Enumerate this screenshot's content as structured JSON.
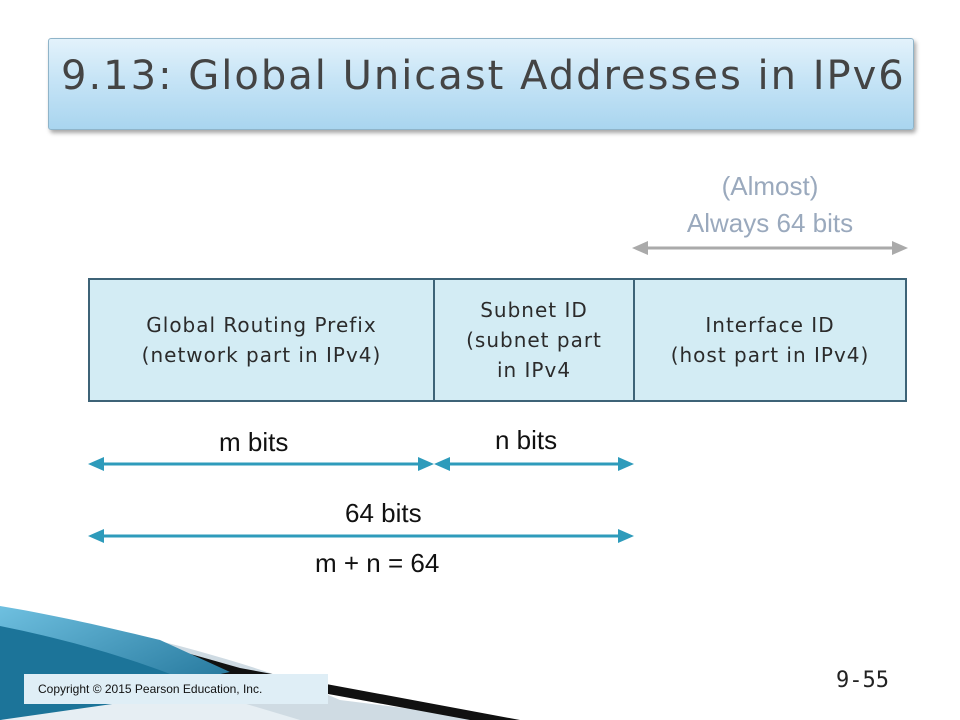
{
  "slide": {
    "title": "9.13: Global Unicast Addresses in IPv6",
    "page_number": "9-55",
    "copyright": "Copyright © 2015 Pearson Education, Inc."
  },
  "fields": [
    {
      "text": "Global Routing Prefix\n(network part in IPv4)"
    },
    {
      "text": "Subnet ID\n(subnet part\nin IPv4"
    },
    {
      "text": "Interface ID\n(host part in IPv4)"
    }
  ],
  "annotations": {
    "almost_line1": "(Almost)",
    "almost_line2": "Always 64 bits",
    "m_bits": "m bits",
    "n_bits": "n bits",
    "total_bits": "64 bits",
    "equation": "m + n = 64"
  },
  "colors": {
    "field_fill": "#d3ecf4",
    "field_border": "#3d6377",
    "arrow_teal": "#2e9bbb",
    "arrow_grey": "#aaaaaa",
    "annotation_grey": "#9aa9bd"
  }
}
